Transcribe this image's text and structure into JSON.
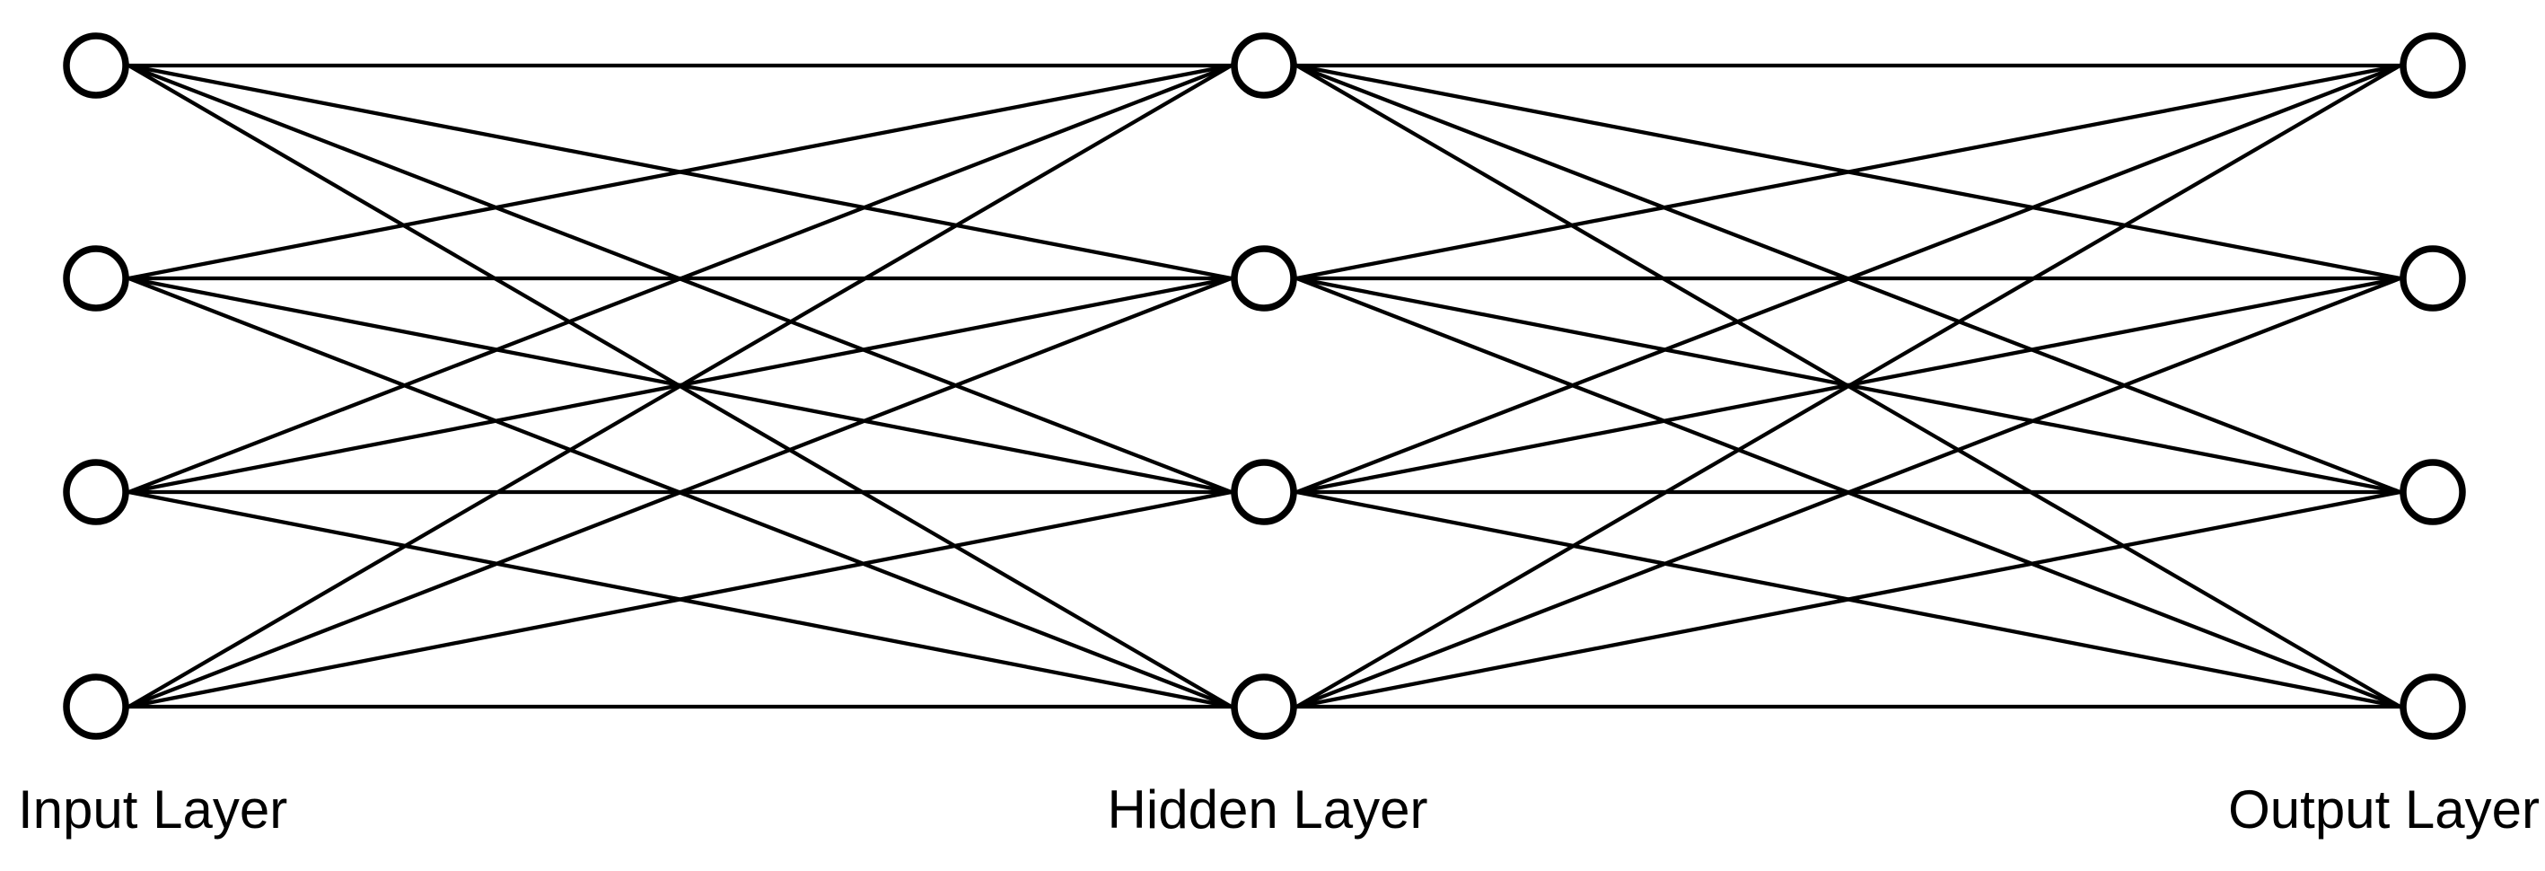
{
  "diagram": {
    "type": "neural-network",
    "title": "",
    "connections": "fully-connected-between-adjacent-layers",
    "layers": [
      {
        "id": "input",
        "label": "Input Layer",
        "nodes": 4
      },
      {
        "id": "hidden",
        "label": "Hidden Layer",
        "nodes": 4
      },
      {
        "id": "output",
        "label": "Output Layer",
        "nodes": 4
      }
    ],
    "colors": {
      "stroke": "#000000",
      "node_fill": "#ffffff",
      "background": "#ffffff"
    }
  }
}
